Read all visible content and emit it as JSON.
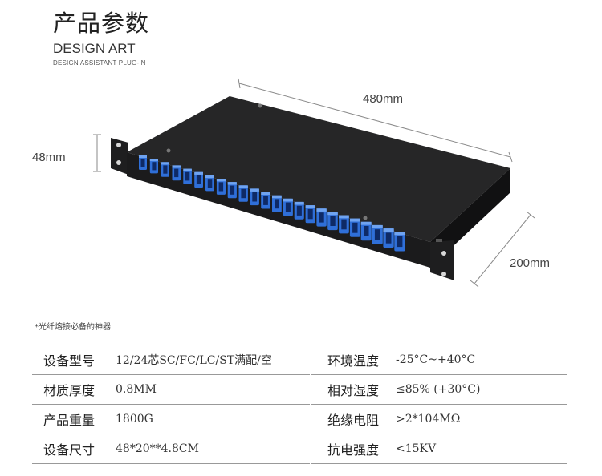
{
  "header": {
    "title_cn": "产品参数",
    "title_en": "DESIGN ART",
    "subtitle_en": "DESIGN ASSISTANT PLUG-IN"
  },
  "dimensions": {
    "width": "480mm",
    "height": "48mm",
    "depth": "200mm"
  },
  "product": {
    "port_count": 24,
    "body_color": "#1b1b1c",
    "adapter_color": "#2f6fd8"
  },
  "note": "*光纤熔接必备的神器",
  "specs": [
    {
      "label1": "设备型号",
      "value1": "12/24芯SC/FC/LC/ST满配/空",
      "label2": "环境温度",
      "value2": "-25°C~+40°C"
    },
    {
      "label1": "材质厚度",
      "value1": "0.8MM",
      "label2": "相对湿度",
      "value2": "≤85% (+30°C)"
    },
    {
      "label1": "产品重量",
      "value1": "1800G",
      "label2": "绝缘电阻",
      "value2": ">2*104MΩ"
    },
    {
      "label1": "设备尺寸",
      "value1": "48*20**4.8CM",
      "label2": "抗电强度",
      "value2": "<15KV"
    }
  ]
}
